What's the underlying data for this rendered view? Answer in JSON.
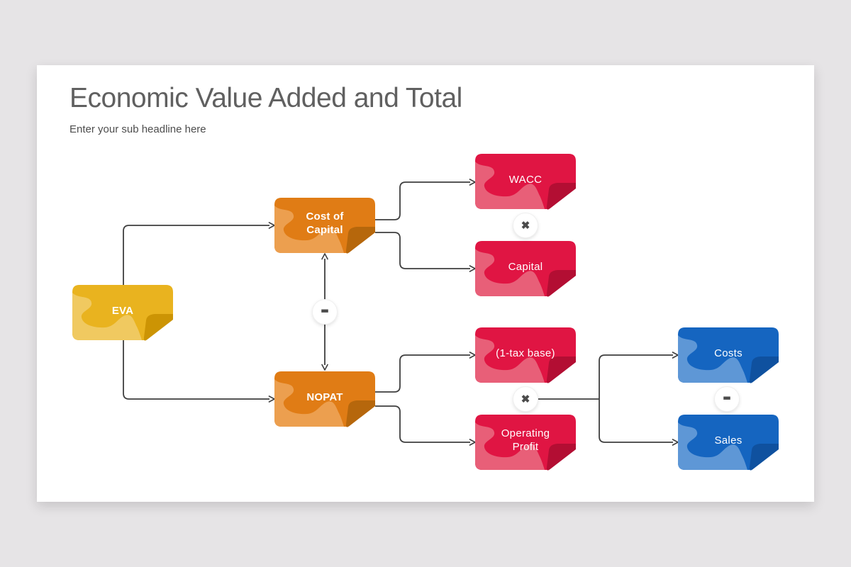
{
  "slide": {
    "title": "Economic Value Added and Total",
    "subtitle": "Enter your sub headline here",
    "background": "#ffffff",
    "page_background": "#e6e4e6"
  },
  "palette": {
    "yellow": {
      "main": "#e9b31f",
      "light": "#f0c960",
      "dark": "#cc9404"
    },
    "orange": {
      "main": "#e07c15",
      "light": "#ec9f4f",
      "dark": "#b6670c"
    },
    "red": {
      "main": "#e01543",
      "light": "#e85f78",
      "dark": "#b30e33"
    },
    "blue": {
      "main": "#1565c0",
      "light": "#5e97d6",
      "dark": "#0f519f"
    }
  },
  "connectors": {
    "color": "#3f3f3f"
  },
  "operators": {
    "minus": "−",
    "multiply": "✖",
    "color": "#4b4b4b"
  },
  "nodes": {
    "eva": {
      "label": "EVA"
    },
    "cost_of_capital": {
      "label": "Cost of\nCapital"
    },
    "nopat": {
      "label": "NOPAT"
    },
    "wacc": {
      "label": "WACC"
    },
    "capital": {
      "label": "Capital"
    },
    "tax_base": {
      "label": "(1-tax base)"
    },
    "operating_profit": {
      "label": "Operating\nProfit"
    },
    "costs": {
      "label": "Costs"
    },
    "sales": {
      "label": "Sales"
    }
  }
}
